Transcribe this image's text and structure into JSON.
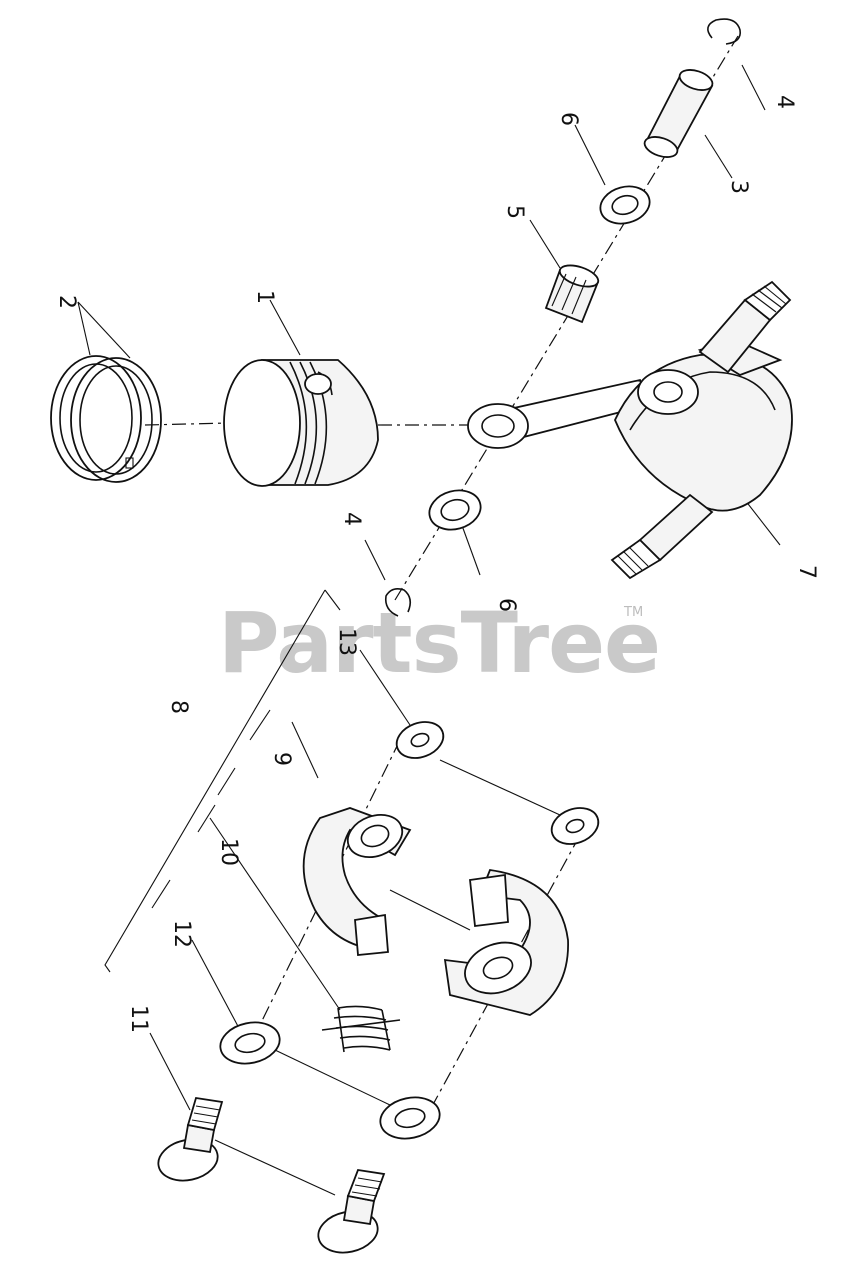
{
  "watermark": {
    "text": "PartsTree",
    "tm": "TM"
  },
  "callouts": {
    "c1": "1",
    "c2": "2",
    "c3": "3",
    "c4a": "4",
    "c4b": "4",
    "c5": "5",
    "c6a": "6",
    "c6b": "6",
    "c7": "7",
    "c8": "8",
    "c9": "9",
    "c10": "10",
    "c11": "11",
    "c12": "12",
    "c13": "13"
  }
}
